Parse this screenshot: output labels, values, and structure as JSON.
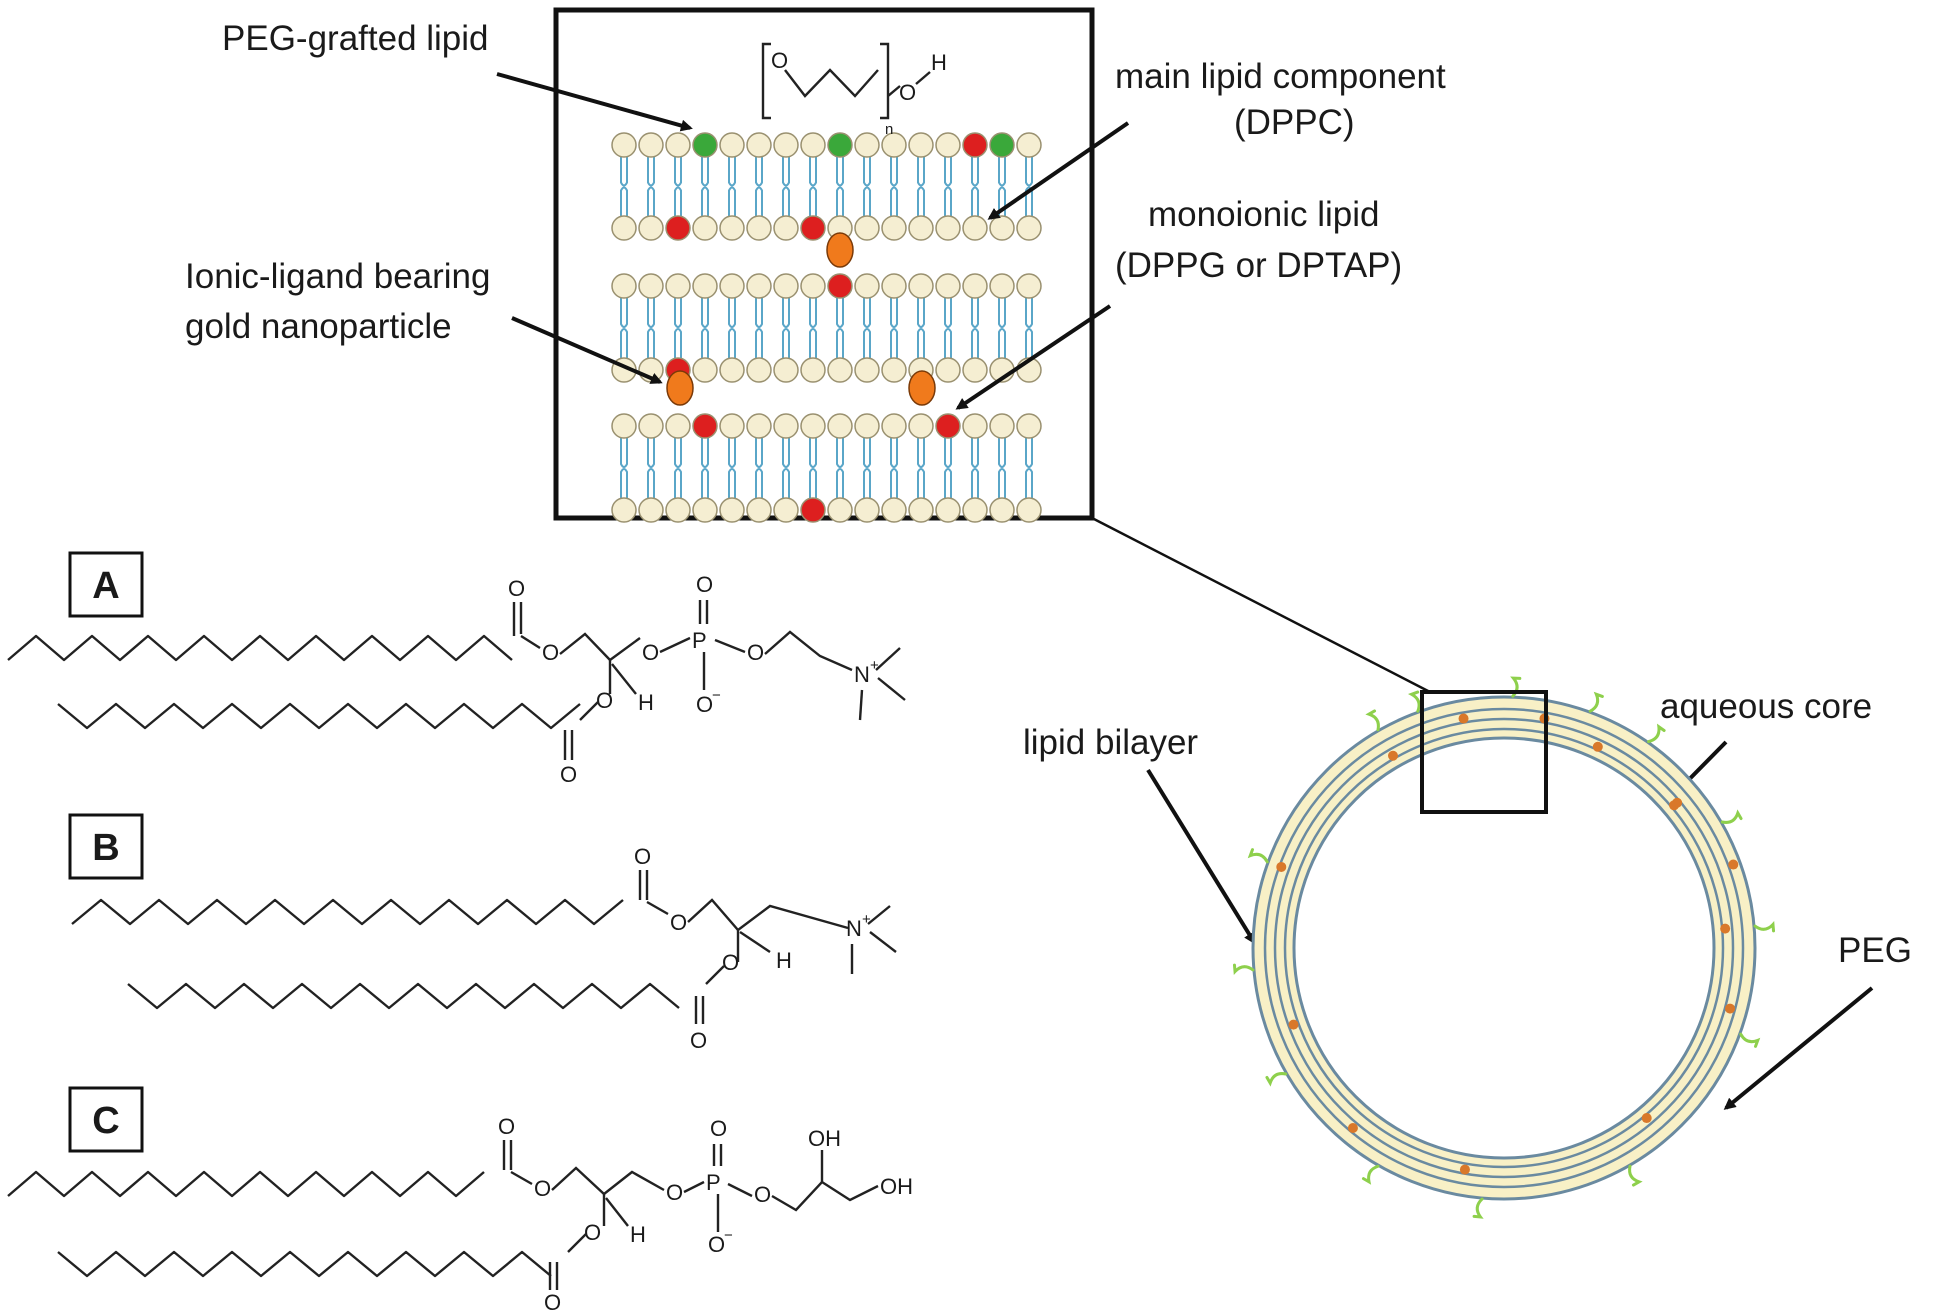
{
  "callouts": {
    "peg_grafted": "PEG-grafted lipid",
    "main_lipid_1": "main lipid component",
    "main_lipid_2": "(DPPC)",
    "monoionic_1": "monoionic lipid",
    "monoionic_2": "(DPPG or DPTAP)",
    "ionic_np_1": "Ionic-ligand bearing",
    "ionic_np_2": "gold nanoparticle",
    "lipid_bilayer": "lipid bilayer",
    "aqueous_core": "aqueous core",
    "peg": "PEG"
  },
  "peg_formula": {
    "o_left": "O",
    "o_right": "O",
    "h": "H",
    "n": "n"
  },
  "panels": [
    {
      "letter": "A"
    },
    {
      "letter": "B"
    },
    {
      "letter": "C"
    }
  ],
  "structure_a": {
    "o_top": "O",
    "o_ester1": "O",
    "o_top2": "O",
    "p": "P",
    "o_p1": "O",
    "o_p2": "O",
    "o_minus": "O",
    "minus": "−",
    "n": "N",
    "plus": "+",
    "o_ester2": "O",
    "h": "H",
    "o_bottom": "O"
  },
  "structure_b": {
    "o_top": "O",
    "o_ester1": "O",
    "n": "N",
    "plus": "+",
    "o_ester2": "O",
    "h": "H",
    "o_bottom": "O"
  },
  "structure_c": {
    "o_top": "O",
    "o_ester1": "O",
    "o_top2": "O",
    "p": "P",
    "o_p1": "O",
    "o_p2": "O",
    "o_minus": "O",
    "minus": "−",
    "oh1": "OH",
    "oh2": "OH",
    "o_ester2": "O",
    "h": "H",
    "o_bottom": "O"
  },
  "colors": {
    "head_fill": "#f5eed2",
    "head_stroke": "#9a9170",
    "tail": "#5aa6c8",
    "peg_head": "#3aa83a",
    "ionic_head": "#dd1f1f",
    "nanoparticle": "#f07a1c",
    "vesicle_fill": "#f8f0c6",
    "vesicle_ring": "#6a8aa0",
    "peg_strand": "#8ed04c"
  }
}
